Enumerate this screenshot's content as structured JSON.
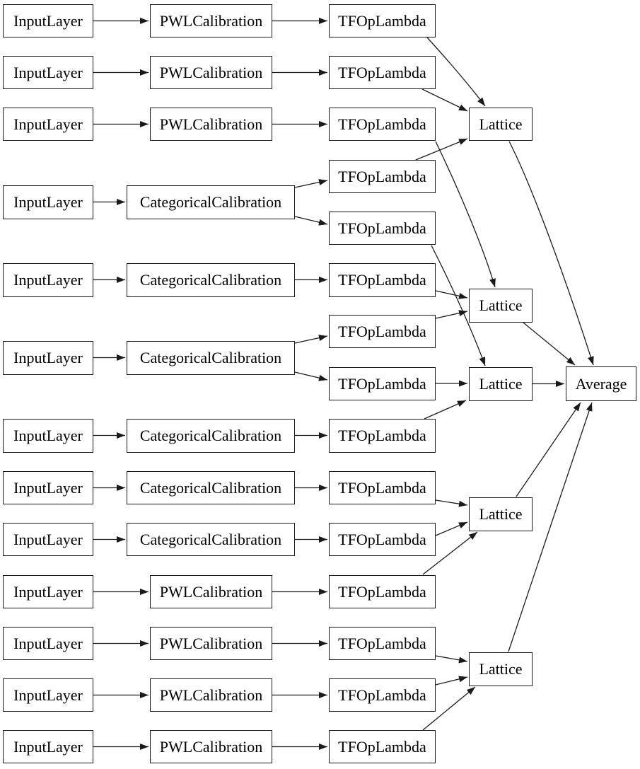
{
  "diagram": {
    "kind": "keras-model-architecture-graph",
    "colors": {
      "background": "#ffffff",
      "node_fill": "#ffffff",
      "node_border": "#000000",
      "edge": "#000000",
      "text": "#000000"
    },
    "nodes": [
      {
        "id": "in1",
        "label": "InputLayer"
      },
      {
        "id": "in2",
        "label": "InputLayer"
      },
      {
        "id": "in3",
        "label": "InputLayer"
      },
      {
        "id": "in4",
        "label": "InputLayer"
      },
      {
        "id": "in5",
        "label": "InputLayer"
      },
      {
        "id": "in6",
        "label": "InputLayer"
      },
      {
        "id": "in7",
        "label": "InputLayer"
      },
      {
        "id": "in8",
        "label": "InputLayer"
      },
      {
        "id": "in9",
        "label": "InputLayer"
      },
      {
        "id": "in10",
        "label": "InputLayer"
      },
      {
        "id": "in11",
        "label": "InputLayer"
      },
      {
        "id": "in12",
        "label": "InputLayer"
      },
      {
        "id": "in13",
        "label": "InputLayer"
      },
      {
        "id": "cal1",
        "label": "PWLCalibration"
      },
      {
        "id": "cal2",
        "label": "PWLCalibration"
      },
      {
        "id": "cal3",
        "label": "PWLCalibration"
      },
      {
        "id": "cal4",
        "label": "CategoricalCalibration"
      },
      {
        "id": "cal5",
        "label": "CategoricalCalibration"
      },
      {
        "id": "cal6",
        "label": "CategoricalCalibration"
      },
      {
        "id": "cal7",
        "label": "CategoricalCalibration"
      },
      {
        "id": "cal8",
        "label": "CategoricalCalibration"
      },
      {
        "id": "cal9",
        "label": "CategoricalCalibration"
      },
      {
        "id": "cal10",
        "label": "PWLCalibration"
      },
      {
        "id": "cal11",
        "label": "PWLCalibration"
      },
      {
        "id": "cal12",
        "label": "PWLCalibration"
      },
      {
        "id": "cal13",
        "label": "PWLCalibration"
      },
      {
        "id": "tf1",
        "label": "TFOpLambda"
      },
      {
        "id": "tf2",
        "label": "TFOpLambda"
      },
      {
        "id": "tf3",
        "label": "TFOpLambda"
      },
      {
        "id": "tf4",
        "label": "TFOpLambda"
      },
      {
        "id": "tf5",
        "label": "TFOpLambda"
      },
      {
        "id": "tf6",
        "label": "TFOpLambda"
      },
      {
        "id": "tf7",
        "label": "TFOpLambda"
      },
      {
        "id": "tf8",
        "label": "TFOpLambda"
      },
      {
        "id": "tf9",
        "label": "TFOpLambda"
      },
      {
        "id": "tf10",
        "label": "TFOpLambda"
      },
      {
        "id": "tf11",
        "label": "TFOpLambda"
      },
      {
        "id": "tf12",
        "label": "TFOpLambda"
      },
      {
        "id": "tf13",
        "label": "TFOpLambda"
      },
      {
        "id": "tf14",
        "label": "TFOpLambda"
      },
      {
        "id": "tf15",
        "label": "TFOpLambda"
      },
      {
        "id": "lat1",
        "label": "Lattice"
      },
      {
        "id": "lat2",
        "label": "Lattice"
      },
      {
        "id": "lat3",
        "label": "Lattice"
      },
      {
        "id": "lat4",
        "label": "Lattice"
      },
      {
        "id": "lat5",
        "label": "Lattice"
      },
      {
        "id": "avg",
        "label": "Average"
      }
    ],
    "edges": [
      {
        "from": "in1",
        "to": "cal1"
      },
      {
        "from": "in2",
        "to": "cal2"
      },
      {
        "from": "in3",
        "to": "cal3"
      },
      {
        "from": "in4",
        "to": "cal4"
      },
      {
        "from": "in5",
        "to": "cal5"
      },
      {
        "from": "in6",
        "to": "cal6"
      },
      {
        "from": "in7",
        "to": "cal7"
      },
      {
        "from": "in8",
        "to": "cal8"
      },
      {
        "from": "in9",
        "to": "cal9"
      },
      {
        "from": "in10",
        "to": "cal10"
      },
      {
        "from": "in11",
        "to": "cal11"
      },
      {
        "from": "in12",
        "to": "cal12"
      },
      {
        "from": "in13",
        "to": "cal13"
      },
      {
        "from": "cal1",
        "to": "tf1"
      },
      {
        "from": "cal2",
        "to": "tf2"
      },
      {
        "from": "cal3",
        "to": "tf3"
      },
      {
        "from": "cal4",
        "to": "tf4"
      },
      {
        "from": "cal4",
        "to": "tf5"
      },
      {
        "from": "cal5",
        "to": "tf6"
      },
      {
        "from": "cal6",
        "to": "tf7"
      },
      {
        "from": "cal6",
        "to": "tf8"
      },
      {
        "from": "cal7",
        "to": "tf9"
      },
      {
        "from": "cal8",
        "to": "tf10"
      },
      {
        "from": "cal9",
        "to": "tf11"
      },
      {
        "from": "cal10",
        "to": "tf12"
      },
      {
        "from": "cal11",
        "to": "tf13"
      },
      {
        "from": "cal12",
        "to": "tf14"
      },
      {
        "from": "cal13",
        "to": "tf15"
      },
      {
        "from": "tf1",
        "to": "lat1"
      },
      {
        "from": "tf2",
        "to": "lat1"
      },
      {
        "from": "tf4",
        "to": "lat1"
      },
      {
        "from": "tf3",
        "to": "lat2"
      },
      {
        "from": "tf6",
        "to": "lat2"
      },
      {
        "from": "tf7",
        "to": "lat2"
      },
      {
        "from": "tf5",
        "to": "lat3"
      },
      {
        "from": "tf8",
        "to": "lat3"
      },
      {
        "from": "tf9",
        "to": "lat3"
      },
      {
        "from": "tf10",
        "to": "lat4"
      },
      {
        "from": "tf11",
        "to": "lat4"
      },
      {
        "from": "tf12",
        "to": "lat4"
      },
      {
        "from": "tf13",
        "to": "lat5"
      },
      {
        "from": "tf14",
        "to": "lat5"
      },
      {
        "from": "tf15",
        "to": "lat5"
      },
      {
        "from": "lat1",
        "to": "avg"
      },
      {
        "from": "lat2",
        "to": "avg"
      },
      {
        "from": "lat3",
        "to": "avg"
      },
      {
        "from": "lat4",
        "to": "avg"
      },
      {
        "from": "lat5",
        "to": "avg"
      }
    ]
  }
}
